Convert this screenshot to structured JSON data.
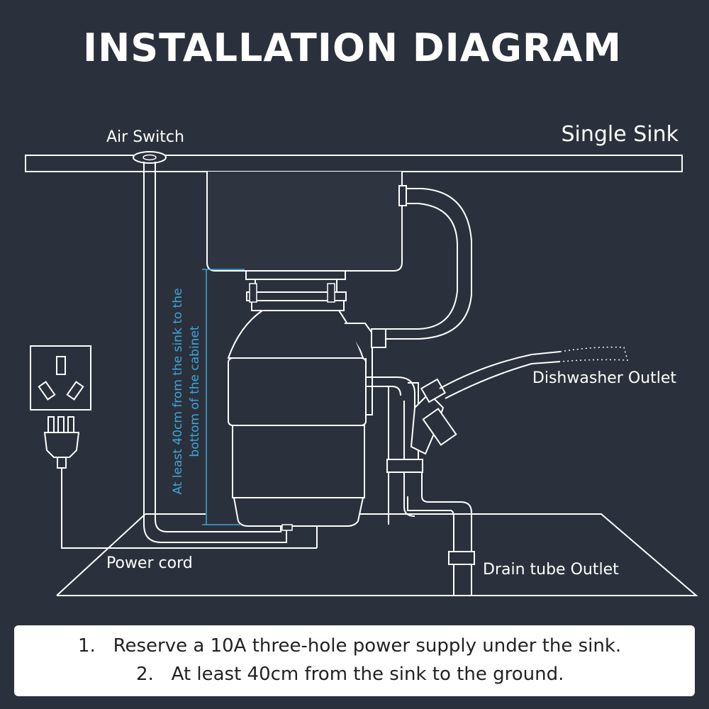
{
  "title": "INSTALLATION DIAGRAM",
  "labels": {
    "air_switch": "Air Switch",
    "single_sink": "Single Sink",
    "dishwasher_outlet": "Dishwasher Outlet",
    "power_cord": "Power cord",
    "drain_tube_outlet": "Drain tube Outlet",
    "dimension_line1": "At least 40cm from the sink to the",
    "dimension_line2": "bottom of the cabinet"
  },
  "notes": [
    {
      "num": "1.",
      "text": "Reserve a 10A three-hole power supply under the sink."
    },
    {
      "num": "2.",
      "text": "At least 40cm from the sink to the ground."
    }
  ],
  "colors": {
    "background": "#2b313c",
    "line": "#ffffff",
    "dimension": "#3fa6d8",
    "notes_background": "#ffffff",
    "notes_text": "#222222"
  }
}
